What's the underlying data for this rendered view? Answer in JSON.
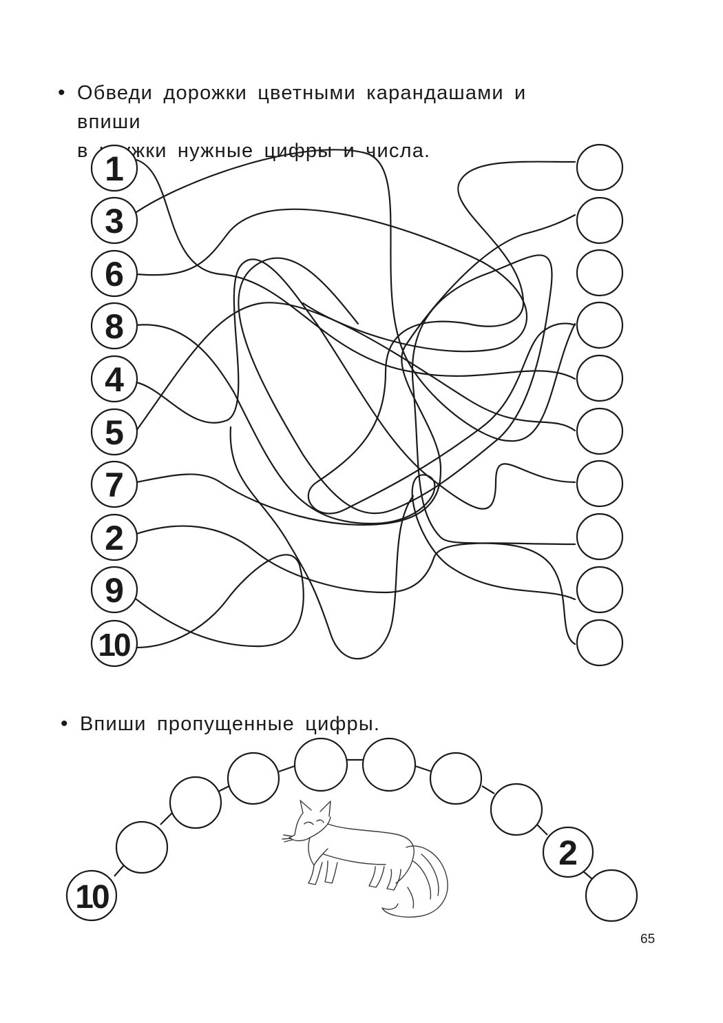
{
  "task1": {
    "bullet": "•",
    "line1": "Обведи дорожки цветными карандашами и впиши",
    "line2": "в кружки нужные цифры и числа."
  },
  "maze": {
    "left_numbers": [
      "1",
      "3",
      "6",
      "8",
      "4",
      "5",
      "7",
      "2",
      "9",
      "10"
    ],
    "right_circles_count": 10
  },
  "task2": {
    "bullet": "•",
    "text": "Впиши пропущенные цифры."
  },
  "arc": {
    "start_number": "10",
    "given_number": "2",
    "illustration": "fox-illustration"
  },
  "page_number": "65"
}
